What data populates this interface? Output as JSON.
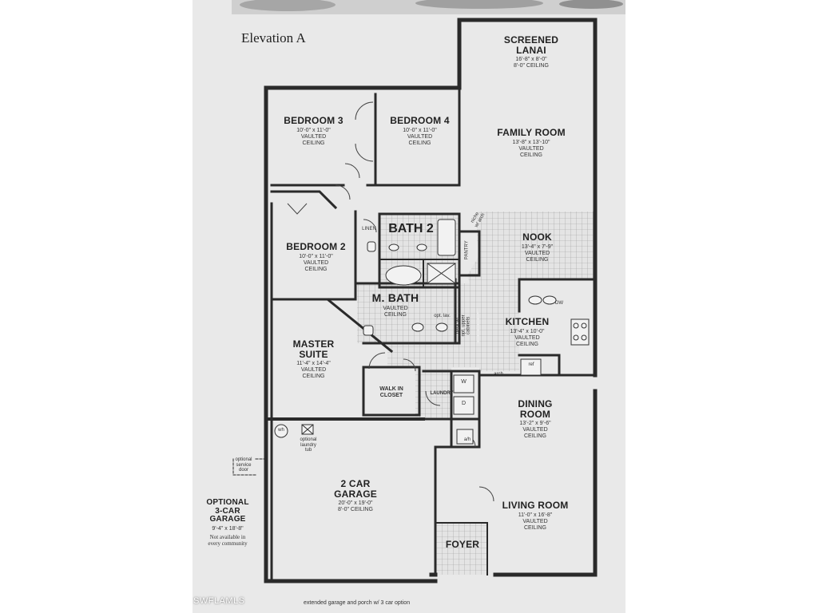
{
  "title": "Elevation A",
  "watermark": "SWFLAMLS",
  "footer_note": "extended garage and porch w/ 3 car option",
  "colors": {
    "paper": "#e9e9e9",
    "wall": "#2a2a2a",
    "tile": "#9a9a9a"
  },
  "rooms": {
    "screened_lanai": {
      "name": "SCREENED\nLANAI",
      "details": "16'-8\" x 8'-0\"\n8'-0\" CEILING"
    },
    "bedroom3": {
      "name": "BEDROOM 3",
      "details": "10'-0\" x 11'-0\"\nVAULTED\nCEILING"
    },
    "bedroom4": {
      "name": "BEDROOM 4",
      "details": "10'-0\" x 11'-0\"\nVAULTED\nCEILING"
    },
    "family_room": {
      "name": "FAMILY ROOM",
      "details": "13'-8\" x 13'-10\"\nVAULTED\nCEILING"
    },
    "bedroom2": {
      "name": "BEDROOM 2",
      "details": "10'-0\" x 11'-0\"\nVAULTED\nCEILING"
    },
    "linen": {
      "name": "LINEN"
    },
    "bath2": {
      "name": "BATH 2"
    },
    "pantry": {
      "name": "PANTRY"
    },
    "niche": {
      "name": "niche\nw/ arch"
    },
    "nook": {
      "name": "NOOK",
      "details": "13'-4\" x 7'-9\"\nVAULTED\nCEILING"
    },
    "m_bath": {
      "name": "M. BATH",
      "details": "VAULTED\nCEILING"
    },
    "opt_lav": {
      "name": "opt. lav."
    },
    "desk": {
      "name": "desk w/\nopt. upper\ncabinets"
    },
    "kitchen": {
      "name": "KITCHEN",
      "details": "13'-4\" x 10'-0\"\nVAULTED\nCEILING"
    },
    "master_suite": {
      "name": "MASTER\nSUITE",
      "details": "11'-4\" x 14'-4\"\nVAULTED\nCEILING"
    },
    "walk_in_closet": {
      "name": "WALK IN\nCLOSET"
    },
    "laundry": {
      "name": "LAUNDRY"
    },
    "ref": {
      "name": "ref"
    },
    "arch": {
      "name": "arch"
    },
    "dw": {
      "name": "DW"
    },
    "washer": {
      "name": "W"
    },
    "dryer": {
      "name": "D"
    },
    "dining_room": {
      "name": "DINING\nROOM",
      "details": "13'-2\" x 9'-6\"\nVAULTED\nCEILING"
    },
    "wh": {
      "name": "wh"
    },
    "optional_laundry_tub": {
      "name": "optional\nlaundry\ntub"
    },
    "ah": {
      "name": "a/h"
    },
    "optional_service_door": {
      "name": "optional\nservice\ndoor"
    },
    "garage": {
      "name": "2 CAR\nGARAGE",
      "details": "20'-0\" x 19'-0\"\n8'-0\" CEILING"
    },
    "optional_3car": {
      "name": "OPTIONAL\n3-CAR\nGARAGE",
      "details": "9'-4\" x 18'-8\"",
      "note": "Not available in\nevery community"
    },
    "living_room": {
      "name": "LIVING ROOM",
      "details": "11'-0\" x 16'-8\"\nVAULTED\nCEILING"
    },
    "foyer": {
      "name": "FOYER"
    }
  }
}
